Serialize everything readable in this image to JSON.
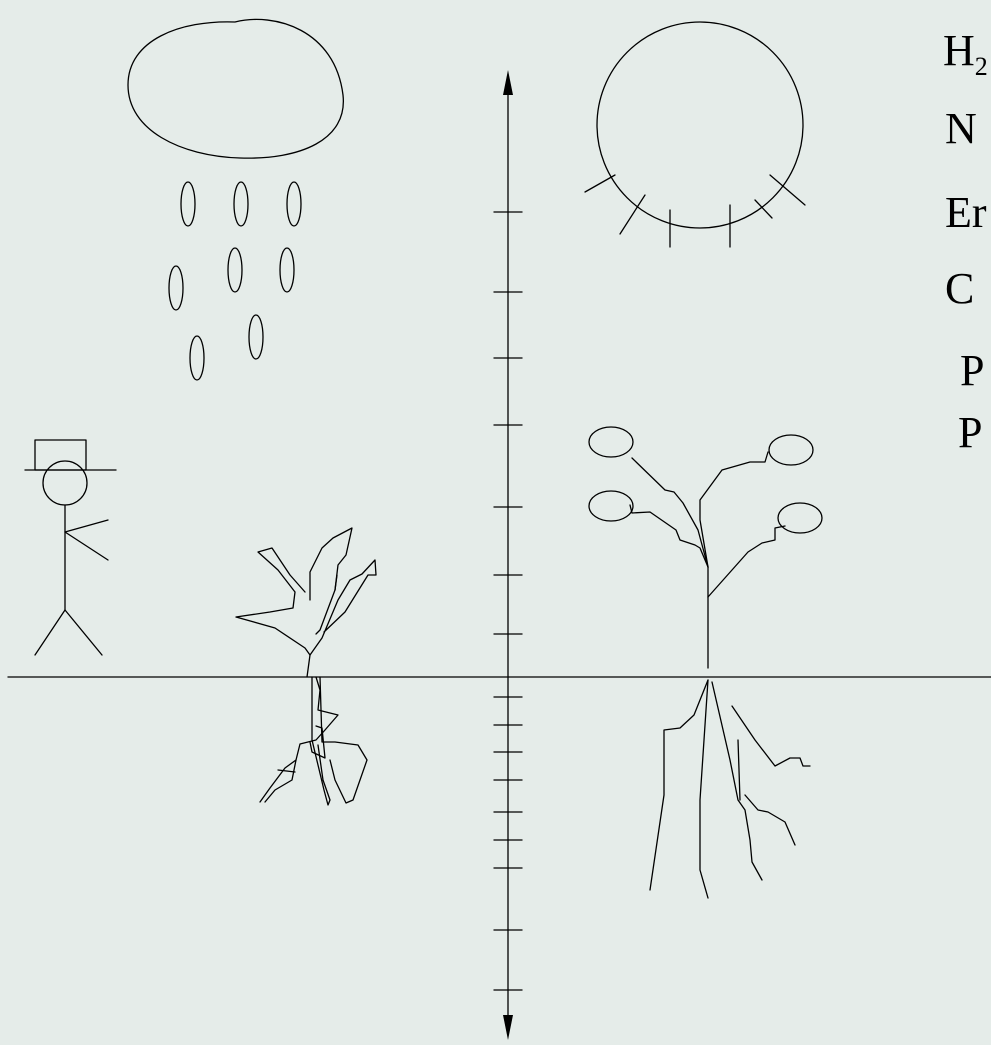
{
  "labels": {
    "h2o_main": "H",
    "h2o_sub": "2",
    "line2": "N",
    "line3": "E",
    "line3_tail": "r",
    "line4": "C",
    "line5": "P",
    "line6": "P"
  },
  "axis": {
    "upper_tick_count": 7,
    "lower_tick_count": 9
  },
  "colors": {
    "background": "#e5ece9",
    "ink": "#000000"
  },
  "icons": [
    "cloud-icon",
    "raindrop-icon",
    "sun-icon",
    "person-icon",
    "plant-icon",
    "tree-icon"
  ]
}
